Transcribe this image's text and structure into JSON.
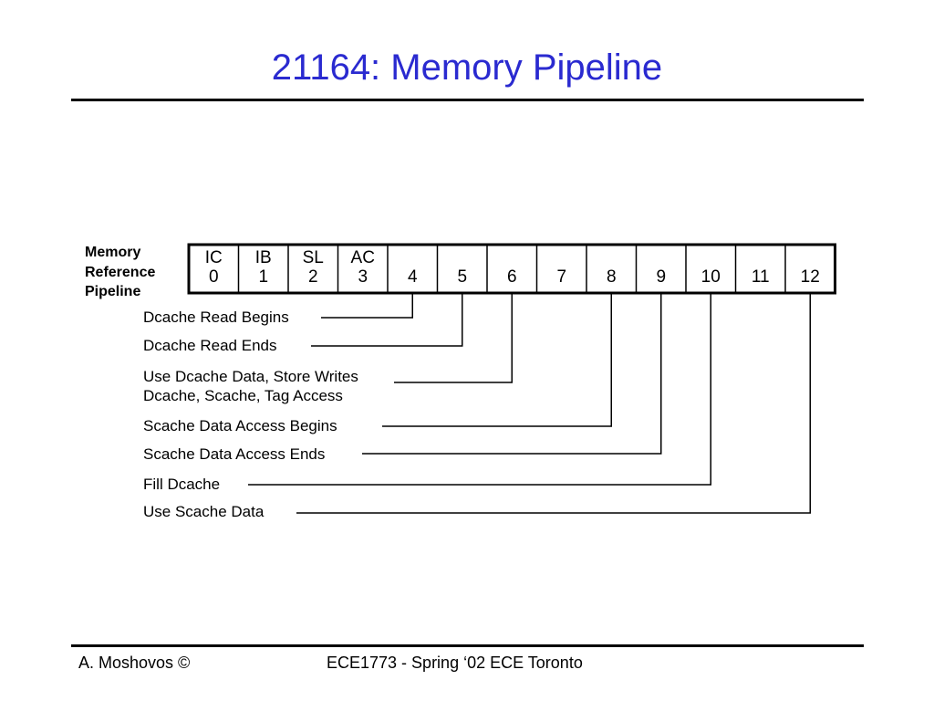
{
  "slide": {
    "title": "21164: Memory Pipeline",
    "footer_left": "A. Moshovos ©",
    "footer_right": "ECE1773 - Spring ‘02 ECE Toronto"
  },
  "diagram": {
    "pipeline_label": [
      "Memory",
      "Reference",
      "Pipeline"
    ],
    "stages": [
      {
        "name": "IC",
        "number": "0"
      },
      {
        "name": "IB",
        "number": "1"
      },
      {
        "name": "SL",
        "number": "2"
      },
      {
        "name": "AC",
        "number": "3"
      },
      {
        "name": "",
        "number": "4"
      },
      {
        "name": "",
        "number": "5"
      },
      {
        "name": "",
        "number": "6"
      },
      {
        "name": "",
        "number": "7"
      },
      {
        "name": "",
        "number": "8"
      },
      {
        "name": "",
        "number": "9"
      },
      {
        "name": "",
        "number": "10"
      },
      {
        "name": "",
        "number": "11"
      },
      {
        "name": "",
        "number": "12"
      }
    ],
    "events": [
      {
        "text": "Dcache Read Begins",
        "stage": 4
      },
      {
        "text": "Dcache Read Ends",
        "stage": 5
      },
      {
        "text": "Use Dcache Data, Store Writes",
        "text2": "Dcache, Scache, Tag Access",
        "stage": 6
      },
      {
        "text": "Scache Data Access Begins",
        "stage": 8
      },
      {
        "text": "Scache Data Access Ends",
        "stage": 9
      },
      {
        "text": "Fill Dcache",
        "stage": 10
      },
      {
        "text": "Use Scache Data",
        "stage": 12
      }
    ]
  }
}
